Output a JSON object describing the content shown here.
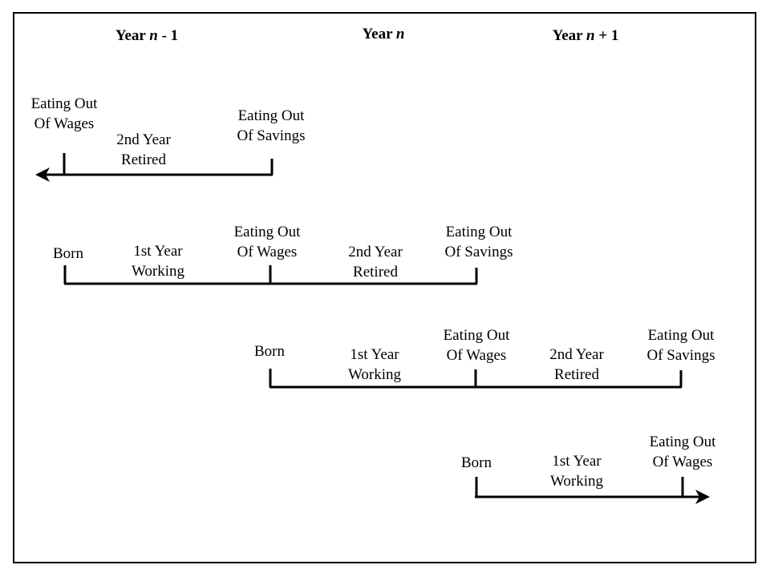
{
  "headers": {
    "prev": {
      "prefix": "Year ",
      "var": "n",
      "suffix": " - 1"
    },
    "curr": {
      "prefix": "Year ",
      "var": "n",
      "suffix": ""
    },
    "next": {
      "prefix": "Year ",
      "var": "n",
      "suffix": " + 1"
    }
  },
  "row1": {
    "wages": [
      "Eating Out",
      "Of Wages"
    ],
    "retired": [
      "2nd Year",
      "Retired"
    ],
    "savings": [
      "Eating Out",
      "Of Savings"
    ]
  },
  "row2": {
    "born": "Born",
    "working": [
      "1st Year",
      "Working"
    ],
    "wages": [
      "Eating Out",
      "Of Wages"
    ],
    "retired": [
      "2nd Year",
      "Retired"
    ],
    "savings": [
      "Eating Out",
      "Of Savings"
    ]
  },
  "row3": {
    "born": "Born",
    "working": [
      "1st Year",
      "Working"
    ],
    "wages": [
      "Eating Out",
      "Of Wages"
    ],
    "retired": [
      "2nd Year",
      "Retired"
    ],
    "savings": [
      "Eating Out",
      "Of Savings"
    ]
  },
  "row4": {
    "born": "Born",
    "working": [
      "1st Year",
      "Working"
    ],
    "wages": [
      "Eating Out",
      "Of Wages"
    ]
  },
  "colors": {
    "line": "#000000",
    "background": "#ffffff"
  }
}
